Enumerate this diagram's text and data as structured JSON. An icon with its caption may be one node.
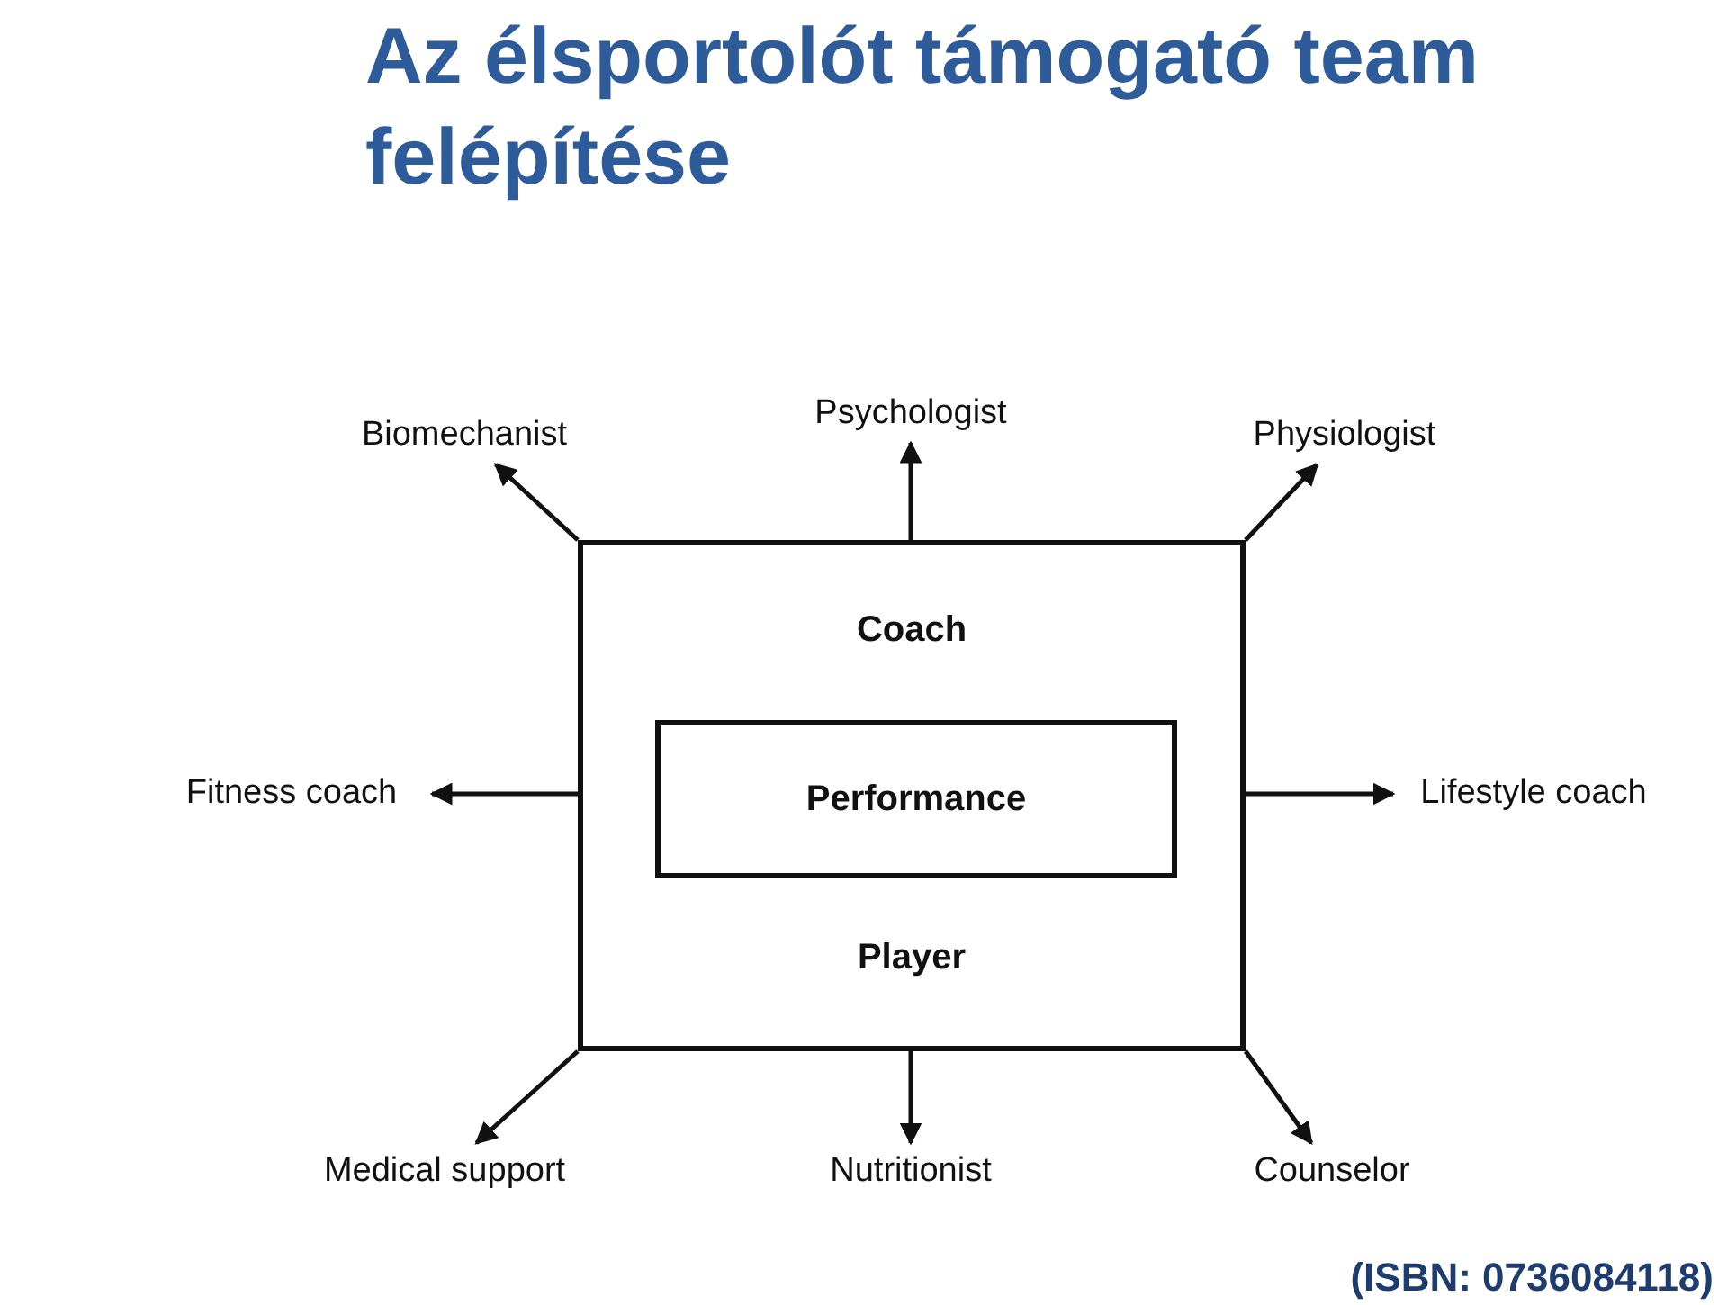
{
  "diagram": {
    "title": "Az élsportolót támogató team felépítése",
    "nodes": [
      {
        "text": [
          "Coach",
          "Player"
        ]
      },
      {
        "text": [
          "Performance"
        ],
        "in": 0
      },
      {
        "text": [
          "Biomechanist"
        ]
      },
      {
        "text": [
          "Psychologist"
        ]
      },
      {
        "text": [
          "Physiologist"
        ]
      },
      {
        "text": [
          "Fitness coach"
        ]
      },
      {
        "text": [
          "Lifestyle coach"
        ]
      },
      {
        "text": [
          "Medical support"
        ]
      },
      {
        "text": [
          "Nutritionist"
        ]
      },
      {
        "text": [
          "Counselor"
        ]
      }
    ],
    "edges": [
      {
        "from": 0,
        "to": 2,
        "arrow": "to"
      },
      {
        "from": 0,
        "to": 3,
        "arrow": "to"
      },
      {
        "from": 0,
        "to": 4,
        "arrow": "to"
      },
      {
        "from": 0,
        "to": 5,
        "arrow": "to"
      },
      {
        "from": 0,
        "to": 6,
        "arrow": "to"
      },
      {
        "from": 0,
        "to": 7,
        "arrow": "to"
      },
      {
        "from": 0,
        "to": 8,
        "arrow": "to"
      },
      {
        "from": 0,
        "to": 9,
        "arrow": "to"
      }
    ],
    "labels": [
      "(ISBN: 0736084118)"
    ]
  }
}
